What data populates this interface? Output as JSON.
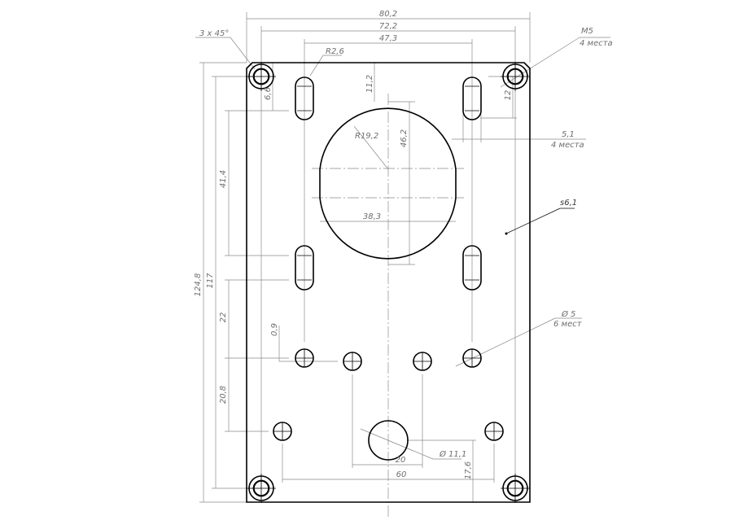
{
  "drawing": {
    "overall_width": "80,2",
    "corner_hole_spacing_x": "72,2",
    "slot_spacing_x": "47,3",
    "overall_height": "124,8",
    "corner_hole_spacing_y": "117",
    "slot_spacing_y": "41,4",
    "slot_to_holes": "22",
    "hole_rows_spacing": "20,8",
    "slot_offset_top": "6,6",
    "cutout_offset_top": "11,2",
    "cutout_height": "46,2",
    "corner_to_slot": "12",
    "cutout_width": "38,3",
    "inner_hole_spacing": "20",
    "outer_hole_spacing": "60",
    "big_hole_offset": "17,6",
    "hole_offset_small": "0,9",
    "chamfer": "3 x 45°",
    "thread_label": "M5",
    "thread_qty": "4 места",
    "slot_radius": "R2,6",
    "slot_width": "5,1",
    "slot_qty": "4 места",
    "cutout_radius": "R19,2",
    "thickness": "s6,1",
    "hole_dia": "Ø 5",
    "hole_qty": "6 мест",
    "big_hole_dia": "Ø 11,1"
  }
}
